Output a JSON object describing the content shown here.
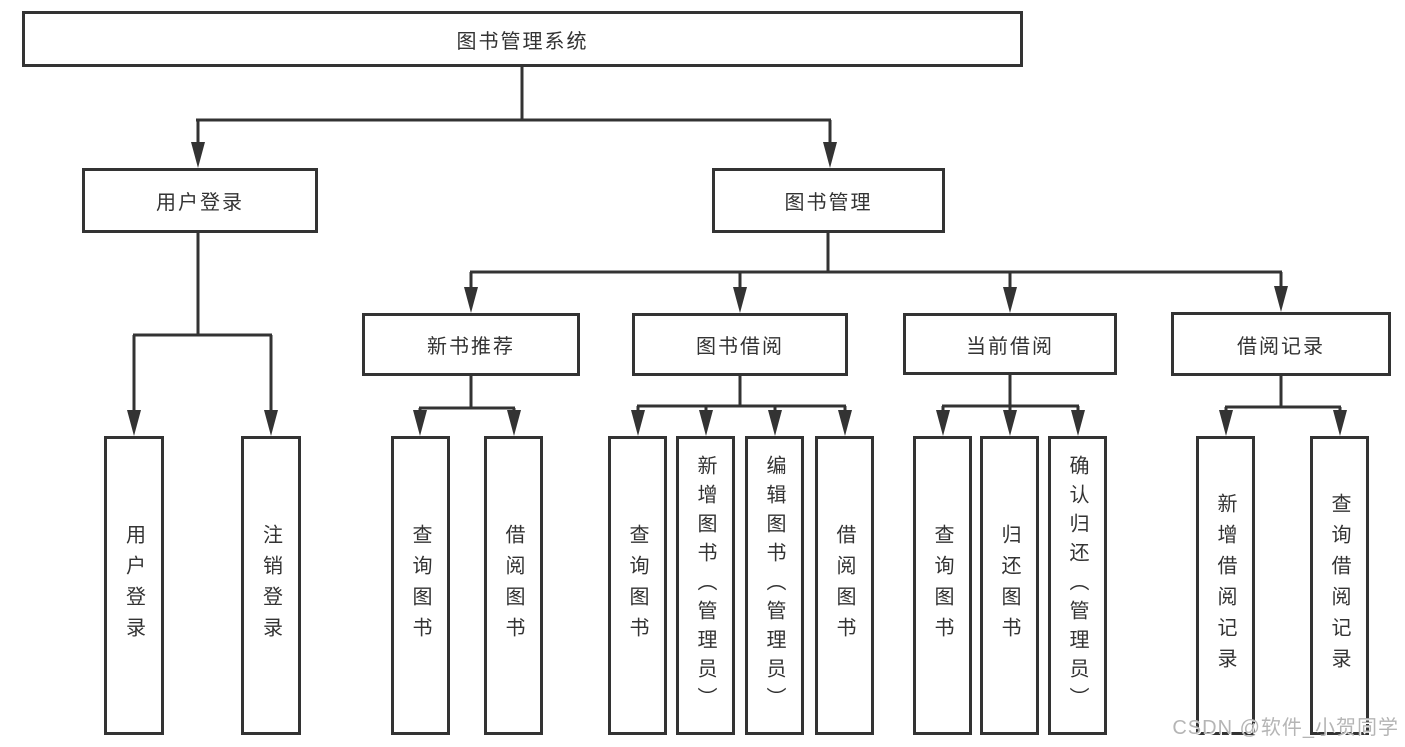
{
  "diagram": {
    "title": "图书管理系统",
    "line_color": "#333333",
    "box_background": "#ffffff",
    "text_color": "#333333",
    "nodes": {
      "root": {
        "label": "图书管理系统"
      },
      "user_login": {
        "label": "用户登录"
      },
      "book_management": {
        "label": "图书管理"
      },
      "new_book_recommend": {
        "label": "新书推荐"
      },
      "book_borrow": {
        "label": "图书借阅"
      },
      "current_borrow": {
        "label": "当前借阅"
      },
      "borrow_records": {
        "label": "借阅记录"
      },
      "leaf_user_login": {
        "label": "用户登录"
      },
      "leaf_logout": {
        "label": "注销登录"
      },
      "leaf_query_books_recommend": {
        "label": "查询图书"
      },
      "leaf_borrow_books_recommend": {
        "label": "借阅图书"
      },
      "leaf_query_books_borrow": {
        "label": "查询图书"
      },
      "leaf_add_books_admin": {
        "label": "新增图书（管理员）"
      },
      "leaf_edit_books_admin": {
        "label": "编辑图书（管理员）"
      },
      "leaf_borrow_books_borrow": {
        "label": "借阅图书"
      },
      "leaf_query_books_current": {
        "label": "查询图书"
      },
      "leaf_return_books": {
        "label": "归还图书"
      },
      "leaf_confirm_return_admin": {
        "label": "确认归还（管理员）"
      },
      "leaf_add_borrow_record": {
        "label": "新增借阅记录"
      },
      "leaf_query_borrow_record": {
        "label": "查询借阅记录"
      }
    },
    "watermark": {
      "text": "CSDN @软件_小贺同学",
      "color": "#b5b5b5"
    }
  }
}
